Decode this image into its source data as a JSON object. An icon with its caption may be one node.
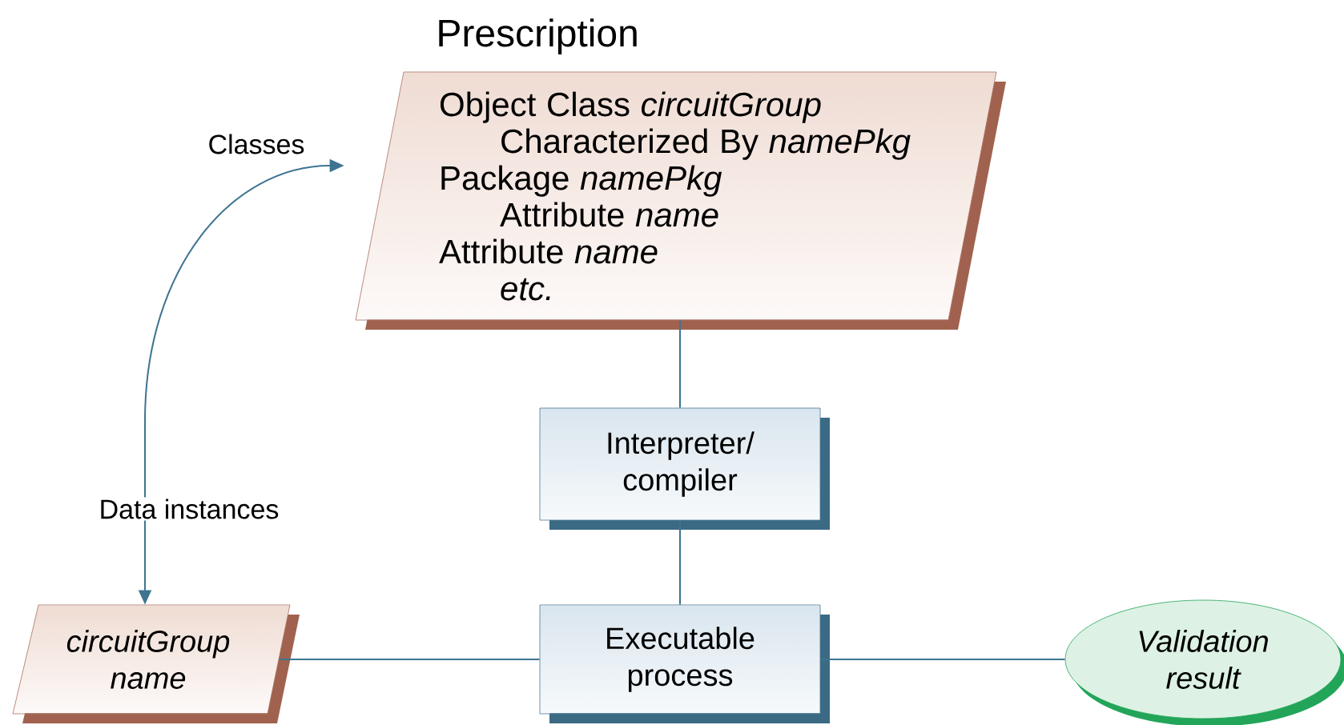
{
  "diagram": {
    "nodes": [
      {
        "text": [
          "Prescription",
          "Object Class *circuitGroup*",
          "Characterized By *namePkg*",
          "Package *namePkg*",
          "Attribute *name*",
          "Attribute *name*",
          "etc."
        ]
      },
      {
        "text": [
          "Interpreter/ compiler"
        ]
      },
      {
        "text": [
          "circuitGroup name"
        ]
      },
      {
        "text": [
          "Executable process"
        ]
      },
      {
        "text": [
          "Validation result"
        ]
      }
    ],
    "edges": [
      {
        "from": 0,
        "to": 1,
        "arrow": "none"
      },
      {
        "from": 1,
        "to": 3,
        "arrow": "none"
      },
      {
        "from": 2,
        "to": 3,
        "arrow": "none"
      },
      {
        "from": 3,
        "to": 4,
        "arrow": "none"
      },
      {
        "from": 2,
        "to": 0,
        "arrow": "both"
      }
    ],
    "labels": [
      "Classes",
      "Data instances"
    ]
  }
}
